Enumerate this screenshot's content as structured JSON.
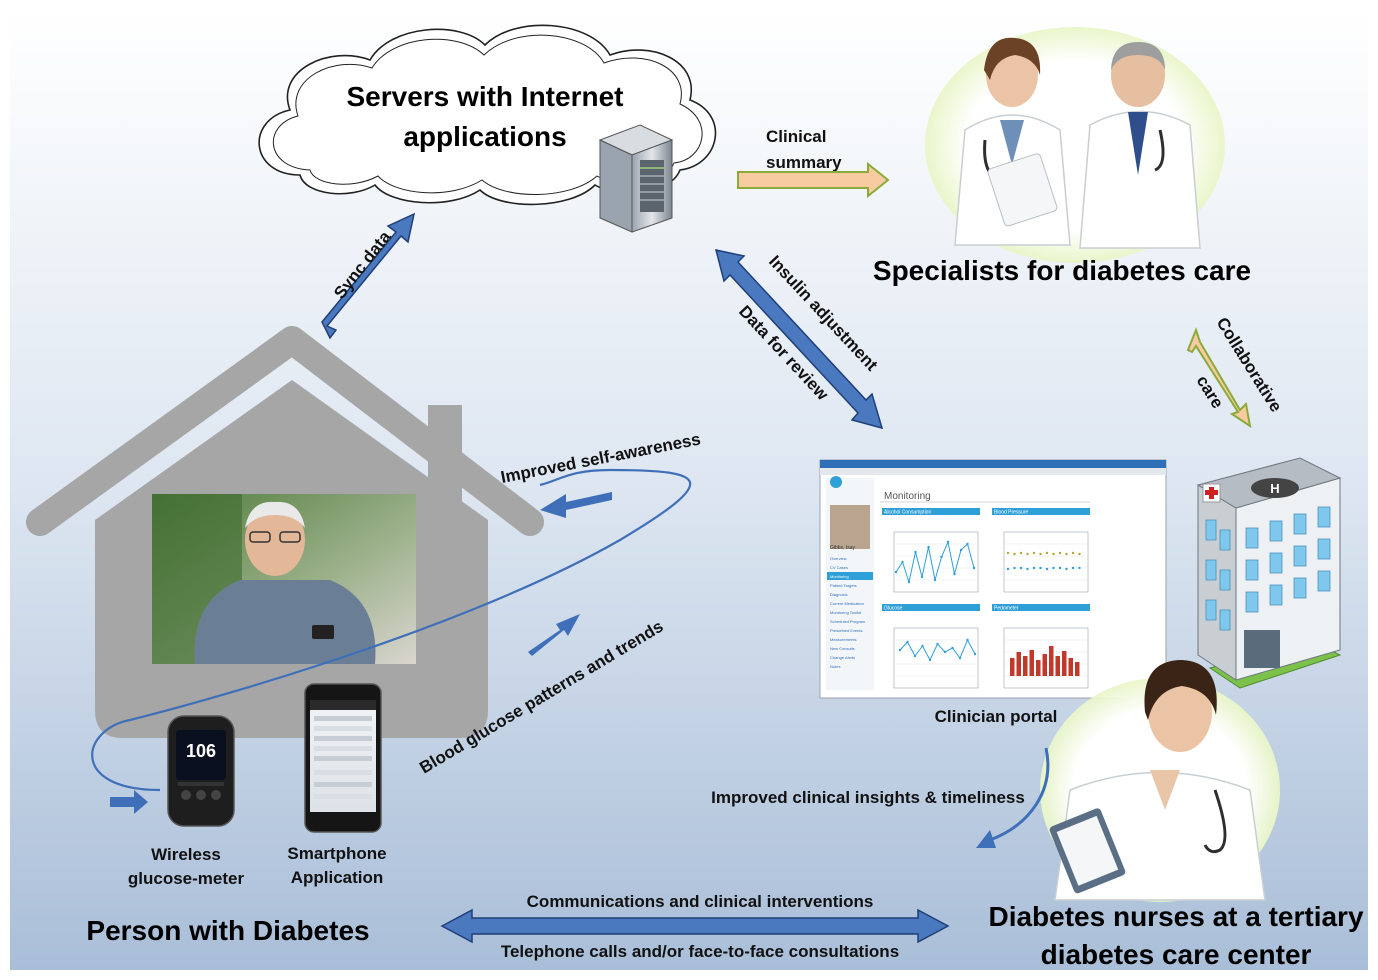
{
  "cloud": {
    "line1": "Servers with Internet",
    "line2": "applications"
  },
  "specialists": {
    "title": "Specialists for diabetes care"
  },
  "labels": {
    "clinical_summary_1": "Clinical",
    "clinical_summary_2": "summary",
    "sync_data": "Sync data",
    "insulin_adjustment": "Insulin adjustment",
    "data_for_review": "Data for review",
    "collaborative": "Collaborative",
    "care": "care",
    "improved_self_awareness": "Improved self-awareness",
    "blood_glucose_patterns": "Blood glucose patterns and trends",
    "improved_clinical_insights": "Improved clinical insights & timeliness",
    "communications": "Communications and clinical interventions",
    "telephone": "Telephone calls and/or face-to-face consultations"
  },
  "clinician_portal": {
    "caption": "Clinician portal",
    "heading": "Monitoring",
    "panels": [
      "Alcohol Consumption",
      "Blood Pressure",
      "Glucose",
      "Pedometer"
    ],
    "patient_name": "Gibbs, Isay",
    "nav_items": [
      "Overview",
      "CV Cases",
      "Monitoring",
      "Patient Targets",
      "Diagnosis",
      "Current Medication",
      "Monitoring Toolkit",
      "Scheduled Program",
      "Prescribed Events",
      "Measurements",
      "New Consults",
      "Change Alerts",
      "Notes"
    ]
  },
  "meter": {
    "reading": "106",
    "label_1": "Wireless",
    "label_2": "glucose-meter"
  },
  "phone": {
    "label_1": "Smartphone",
    "label_2": "Application"
  },
  "person": {
    "title": "Person with Diabetes"
  },
  "nurses": {
    "line1": "Diabetes nurses at a tertiary",
    "line2": "diabetes care center"
  },
  "colors": {
    "arrow_blue": "#3F6FB8",
    "arrow_orange_fill": "#F8CBA0",
    "arrow_green_outline": "#8CAA3A",
    "house_gray": "#A6A6A6",
    "portal_blue": "#2F9FD8",
    "bar_red": "#C0392B"
  },
  "icons": [
    "cloud-icon",
    "server-icon",
    "house-icon",
    "hospital-icon",
    "glucose-meter-icon",
    "smartphone-icon"
  ]
}
